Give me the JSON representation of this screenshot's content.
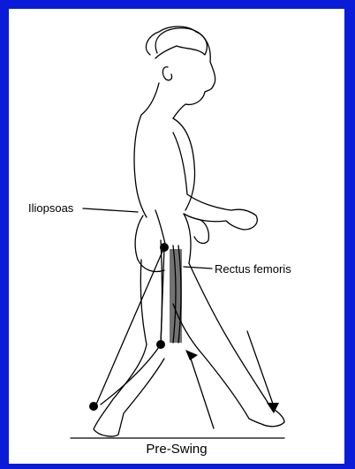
{
  "labels": {
    "iliopsoas": "Iliopsoas",
    "rectus_femoris": "Rectus femoris"
  },
  "caption": "Pre-Swing",
  "colors": {
    "border": "#0b1cd8",
    "background": "#ffffff",
    "ink": "#000000"
  }
}
